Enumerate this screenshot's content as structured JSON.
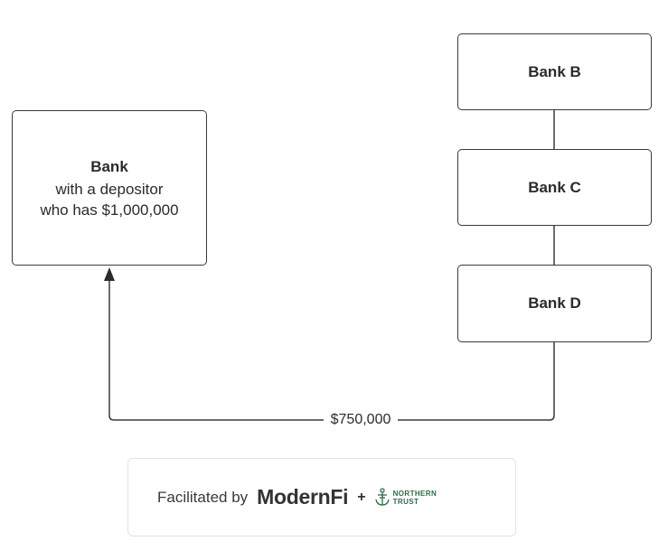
{
  "nodes": {
    "bank_a": {
      "title": "Bank",
      "line1": "with a depositor",
      "line2": "who has $1,000,000"
    },
    "bank_b": {
      "title": "Bank B"
    },
    "bank_c": {
      "title": "Bank C"
    },
    "bank_d": {
      "title": "Bank D"
    }
  },
  "edge": {
    "amount": "$750,000"
  },
  "footer": {
    "facilitated_by": "Facilitated by",
    "brand": "ModernFi",
    "plus": "+",
    "partner_line1": "NORTHERN",
    "partner_line2": "TRUST",
    "partner_color": "#2e6b47"
  }
}
